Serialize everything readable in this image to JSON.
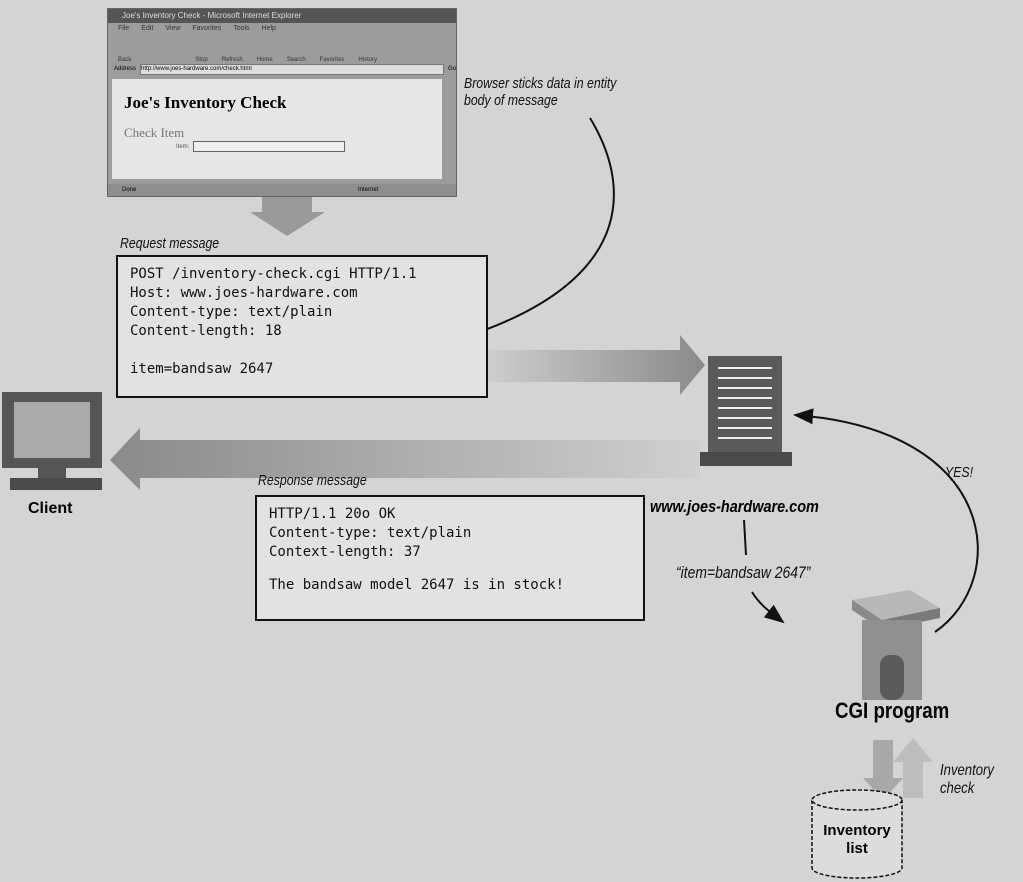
{
  "browser": {
    "window_title": "Joe's Inventory Check - Microsoft Internet Explorer",
    "menu": [
      "File",
      "Edit",
      "View",
      "Favorites",
      "Tools",
      "Help"
    ],
    "toolbar": [
      "Back",
      "Stop",
      "Refresh",
      "Home",
      "Search",
      "Favorites",
      "History"
    ],
    "address_label": "Address",
    "address_value": "http://www.joes-hardware.com/check.html",
    "go_label": "Go",
    "heading": "Joe's Inventory Check",
    "subheading": "Check Item",
    "item_label": "Item:",
    "item_value": "",
    "status_left": "Done",
    "status_right": "Internet"
  },
  "captions": {
    "browser_note": [
      "Browser sticks data in entity",
      "body of message"
    ],
    "request": "Request message",
    "response": "Response message",
    "client": "Client",
    "server": "www.joes-hardware.com",
    "cgi_input": "“item=bandsaw 2647”",
    "yes": "YES!",
    "cgi": "CGI program",
    "inventory_check": "Inventory check",
    "inventory_list": [
      "Inventory",
      "list"
    ]
  },
  "request_lines": [
    "POST /inventory-check.cgi HTTP/1.1",
    "Host: www.joes-hardware.com",
    "Content-type: text/plain",
    "Content-length: 18",
    "",
    "item=bandsaw 2647"
  ],
  "response_lines": [
    "HTTP/1.1 20o OK",
    "Content-type: text/plain",
    "Context-length: 37",
    "",
    "The bandsaw model 2647 is in stock!"
  ]
}
